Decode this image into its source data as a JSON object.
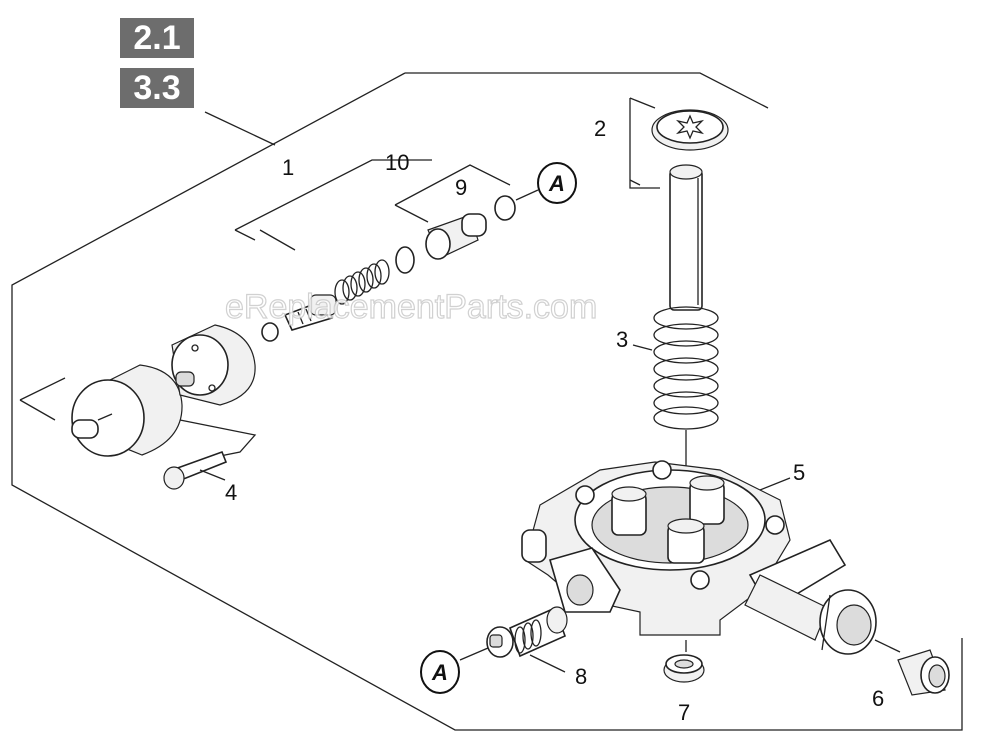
{
  "badges": [
    "2.1",
    "3.3"
  ],
  "callouts": {
    "c1": "1",
    "c2": "2",
    "c3": "3",
    "c4": "4",
    "c5": "5",
    "c6": "6",
    "c7": "7",
    "c8": "8",
    "c9": "9",
    "c10": "10"
  },
  "connectors": {
    "top": "A",
    "bottom": "A"
  },
  "watermark": "eReplacementParts.com"
}
